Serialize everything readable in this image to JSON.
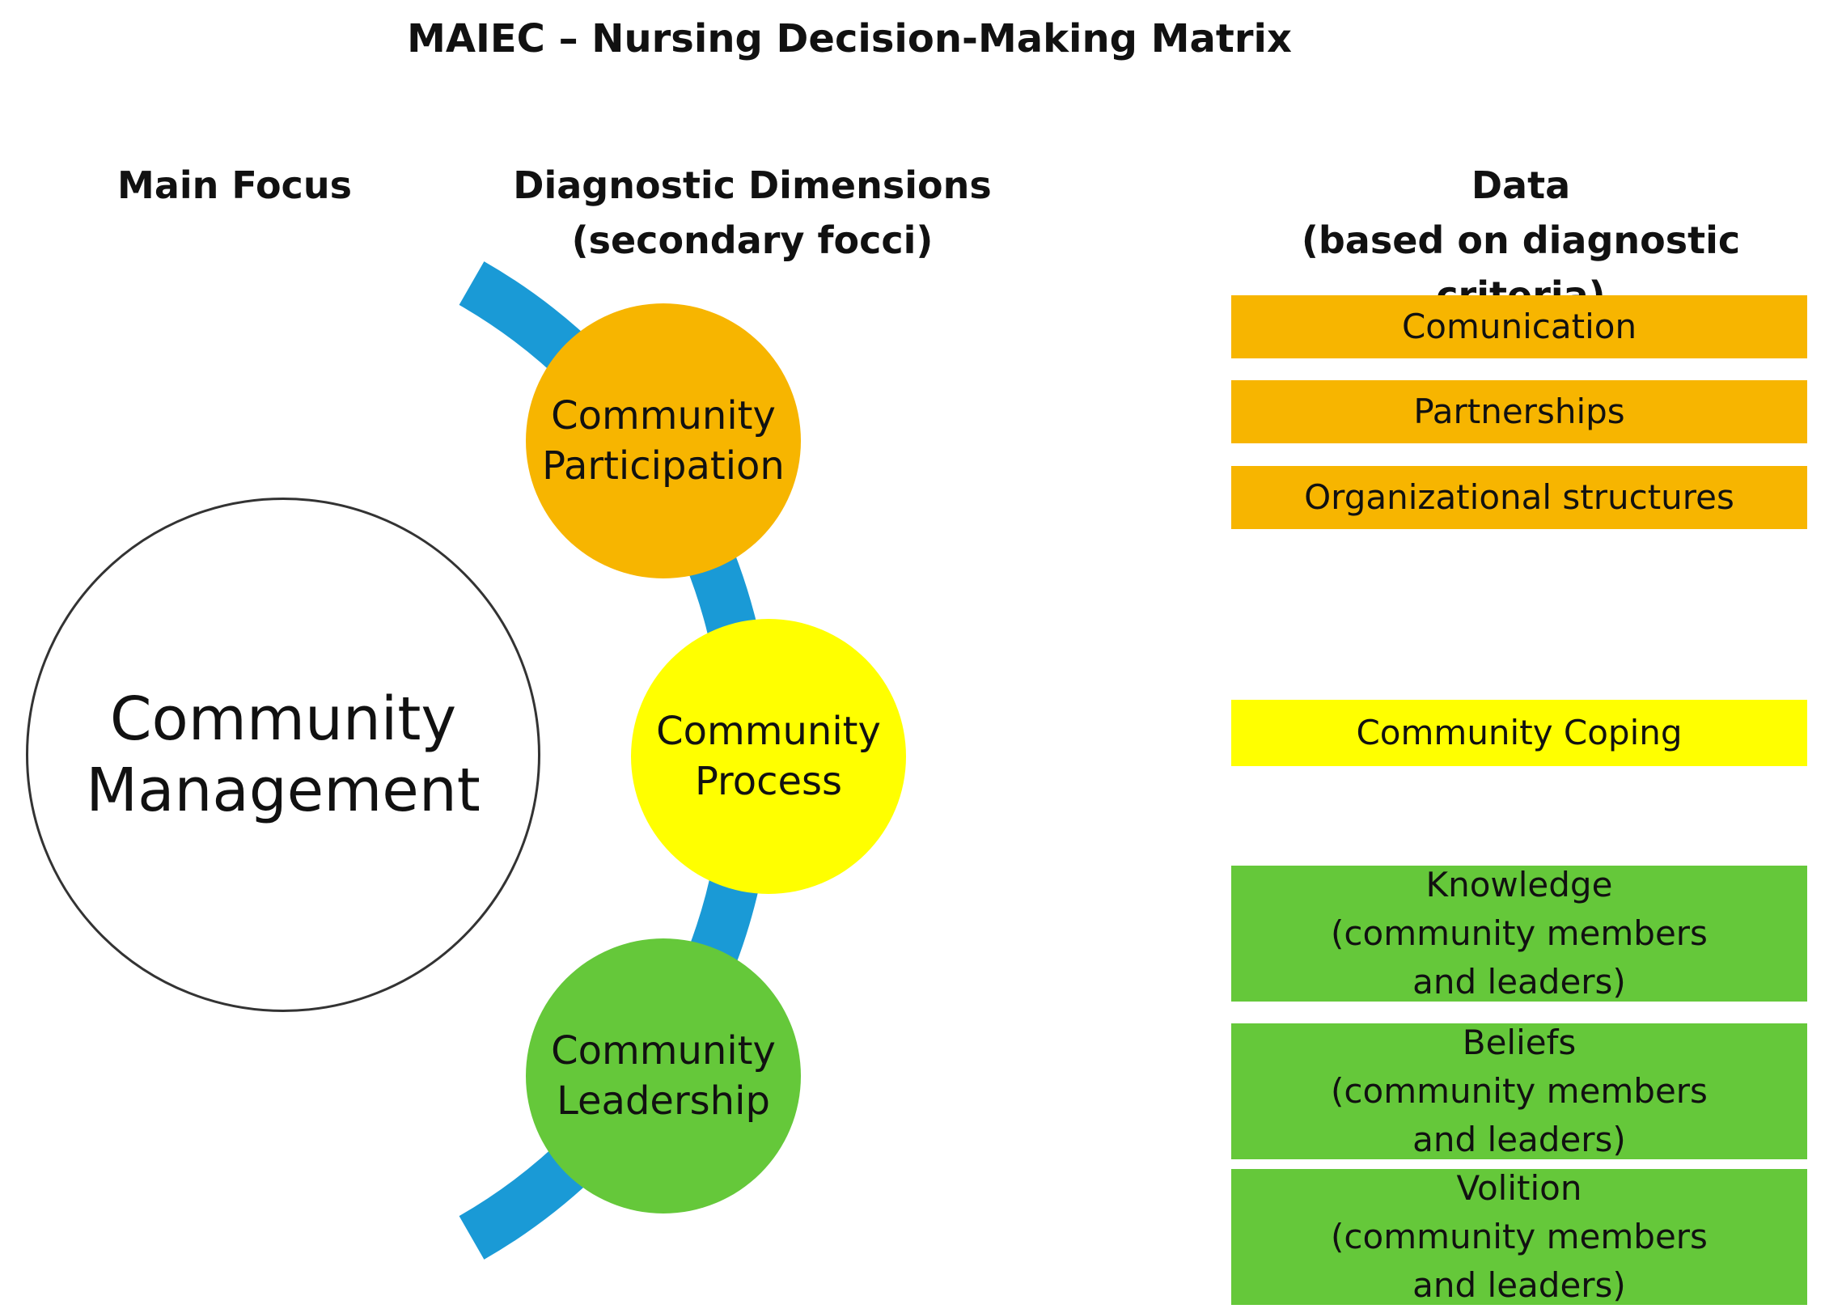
{
  "title": "MAIEC – Nursing Decision-Making Matrix",
  "headers": {
    "main_focus": "Main Focus",
    "dimensions": "Diagnostic Dimensions",
    "dimensions_sub": "(secondary focci)",
    "data": "Data",
    "data_sub": "(based on diagnostic criteria)"
  },
  "main_focus": {
    "line1": "Community",
    "line2": "Management"
  },
  "dimensions": [
    {
      "line1": "Community",
      "line2": "Participation",
      "color": "#f7b500"
    },
    {
      "line1": "Community",
      "line2": "Process",
      "color": "#ffff00"
    },
    {
      "line1": "Community",
      "line2": "Leadership",
      "color": "#65c83a"
    }
  ],
  "data_items": [
    {
      "label": "Comunication",
      "color": "#f7b500"
    },
    {
      "label": "Partnerships",
      "color": "#f7b500"
    },
    {
      "label": "Organizational structures",
      "color": "#f7b500"
    },
    {
      "label": "Community Coping",
      "color": "#ffff00"
    },
    {
      "label": "Knowledge",
      "detail": "(community members and leaders)",
      "color": "#65c83a"
    },
    {
      "label": "Beliefs",
      "detail": "(community members and leaders)",
      "color": "#65c83a"
    },
    {
      "label": "Volition",
      "detail": "(community members and leaders)",
      "color": "#65c83a"
    }
  ],
  "colors": {
    "arc": "#1a9ad6",
    "orange": "#f7b500",
    "yellow": "#ffff00",
    "green": "#65c83a"
  }
}
